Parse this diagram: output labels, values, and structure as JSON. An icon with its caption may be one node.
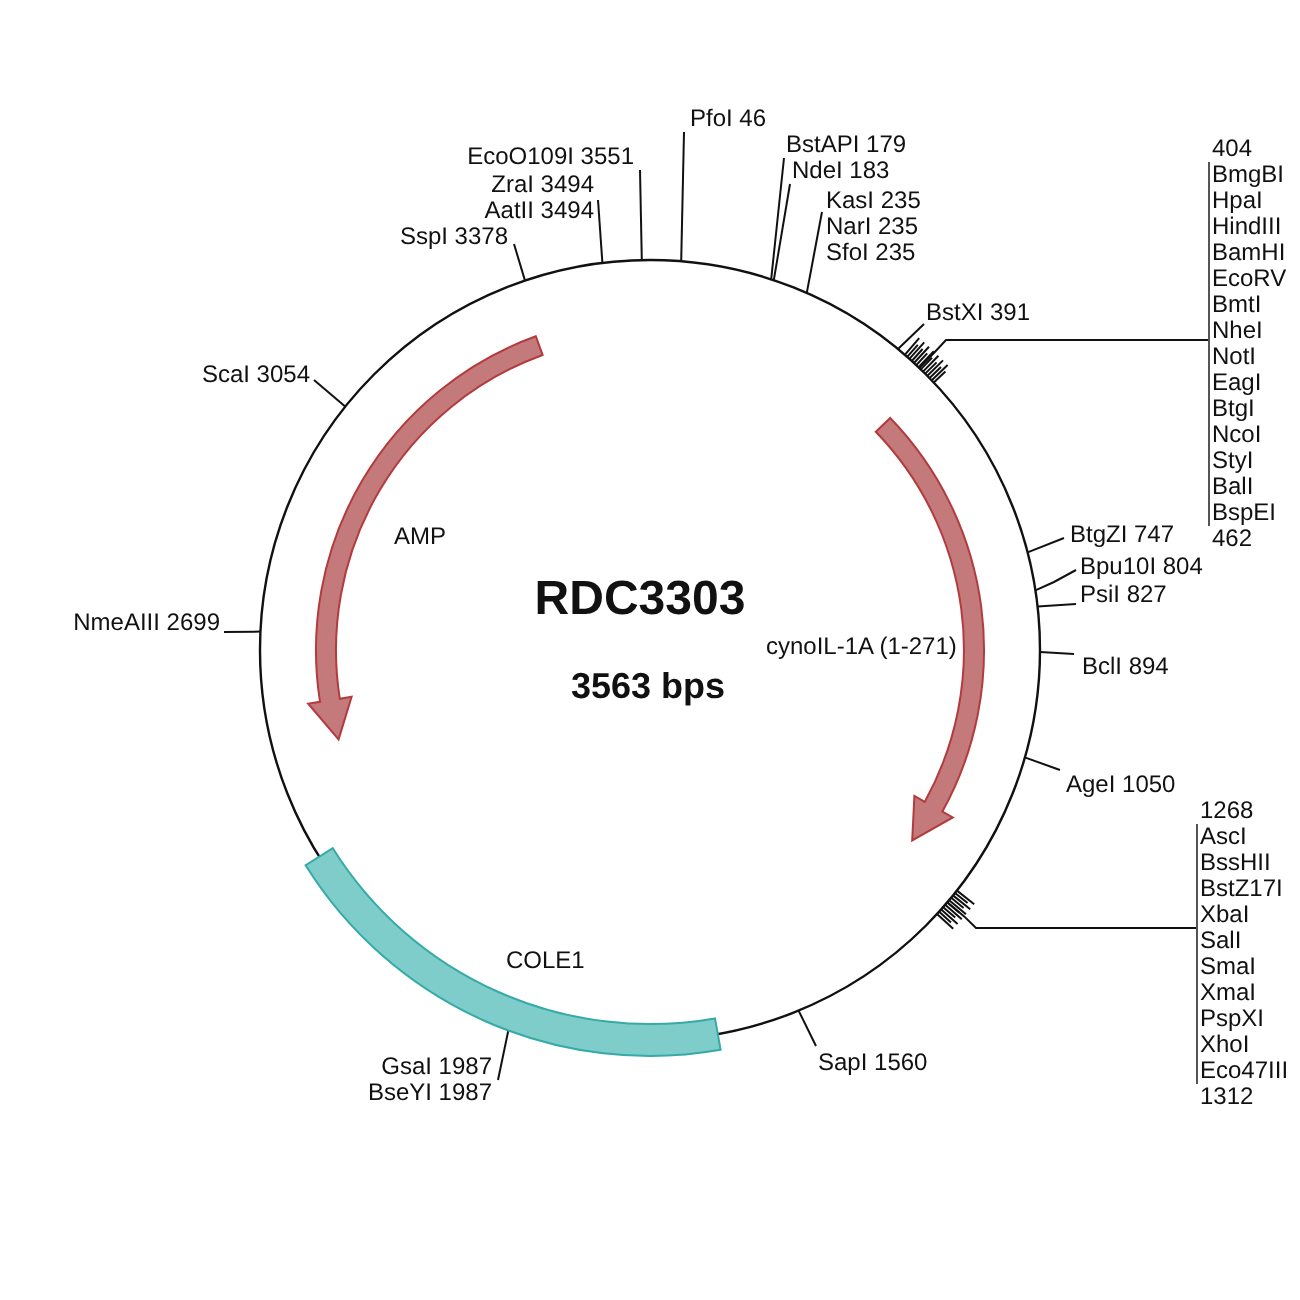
{
  "diagram": {
    "title": "RDC3303",
    "nodes": [
      {
        "text": [],
        "shape": "circle"
      },
      {
        "text": [
          "AMP"
        ],
        "in": 0
      },
      {
        "text": [
          "cynoIL-1A (1-271)"
        ],
        "in": 0
      },
      {
        "text": [
          "COLE1"
        ],
        "in": 0
      },
      {
        "text": [
          "PfoI 46"
        ]
      },
      {
        "text": [
          "BstAPI 179"
        ]
      },
      {
        "text": [
          "NdeI 183"
        ]
      },
      {
        "text": [
          "KasI 235",
          "NarI 235",
          "SfoI 235"
        ]
      },
      {
        "text": [
          "BstXI 391"
        ]
      },
      {
        "text": [
          "404",
          "BmgBI",
          "HpaI",
          "HindIII",
          "BamHI",
          "EcoRV",
          "BmtI",
          "NheI",
          "NotI",
          "EagI",
          "BtgI",
          "NcoI",
          "StyI",
          "BalI",
          "BspEI",
          "462"
        ]
      },
      {
        "text": [
          "BtgZI 747"
        ]
      },
      {
        "text": [
          "Bpu10I 804"
        ]
      },
      {
        "text": [
          "PsiI 827"
        ]
      },
      {
        "text": [
          "BclI 894"
        ]
      },
      {
        "text": [
          "AgeI 1050"
        ]
      },
      {
        "text": [
          "1268",
          "AscI",
          "BssHII",
          "BstZ17I",
          "XbaI",
          "SalI",
          "SmaI",
          "XmaI",
          "PspXI",
          "XhoI",
          "Eco47III",
          "1312"
        ]
      },
      {
        "text": [
          "SapI 1560"
        ]
      },
      {
        "text": [
          "GsaI 1987",
          "BseYI 1987"
        ]
      },
      {
        "text": [
          "NmeAIII 2699"
        ]
      },
      {
        "text": [
          "ScaI 3054"
        ]
      },
      {
        "text": [
          "SspI 3378"
        ]
      },
      {
        "text": [
          "ZraI 3494",
          "AatII 3494"
        ]
      },
      {
        "text": [
          "EcoO109I 3551"
        ]
      }
    ],
    "edges": [
      {
        "from": 4,
        "to": 0,
        "arrow": "none"
      },
      {
        "from": 5,
        "to": 0,
        "arrow": "none"
      },
      {
        "from": 6,
        "to": 0,
        "arrow": "none"
      },
      {
        "from": 7,
        "to": 0,
        "arrow": "none"
      },
      {
        "from": 8,
        "to": 0,
        "arrow": "none"
      },
      {
        "from": 9,
        "to": 0,
        "arrow": "none"
      },
      {
        "from": 10,
        "to": 0,
        "arrow": "none"
      },
      {
        "from": 11,
        "to": 0,
        "arrow": "none"
      },
      {
        "from": 12,
        "to": 0,
        "arrow": "none"
      },
      {
        "from": 13,
        "to": 0,
        "arrow": "none"
      },
      {
        "from": 14,
        "to": 0,
        "arrow": "none"
      },
      {
        "from": 15,
        "to": 0,
        "arrow": "none"
      },
      {
        "from": 16,
        "to": 0,
        "arrow": "none"
      },
      {
        "from": 17,
        "to": 0,
        "arrow": "none"
      },
      {
        "from": 18,
        "to": 0,
        "arrow": "none"
      },
      {
        "from": 19,
        "to": 0,
        "arrow": "none"
      },
      {
        "from": 20,
        "to": 0,
        "arrow": "none"
      },
      {
        "from": 21,
        "to": 0,
        "arrow": "none"
      },
      {
        "from": 22,
        "to": 0,
        "arrow": "none"
      }
    ],
    "labels": [
      "3563 bps"
    ]
  }
}
